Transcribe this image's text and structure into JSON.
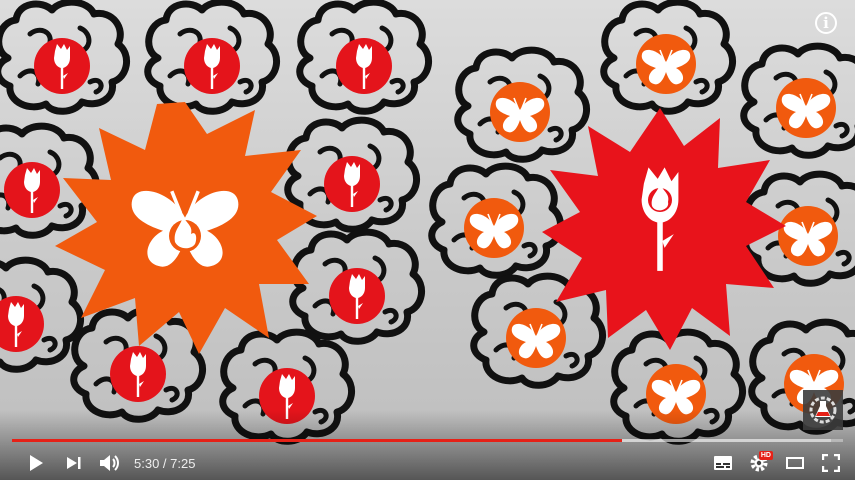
{
  "player": {
    "info_label": "i",
    "time": {
      "current": "5:30",
      "separator": " / ",
      "duration": "7:25"
    },
    "progress": {
      "played_fraction": 0.734,
      "buffered_fraction": 0.985
    },
    "hd_badge": "HD",
    "controls": {
      "play": "play-icon",
      "next": "next-icon",
      "volume": "volume-icon",
      "subtitles": "subtitles-icon",
      "settings": "settings-icon",
      "theater": "theater-mode-icon",
      "fullscreen": "fullscreen-icon"
    }
  },
  "colors": {
    "progress_red": "#e62117",
    "rose_red": "#e4141b",
    "butterfly_orange": "#f15a0e",
    "burst_orange": "#f15a0e",
    "burst_red": "#e8131b"
  }
}
